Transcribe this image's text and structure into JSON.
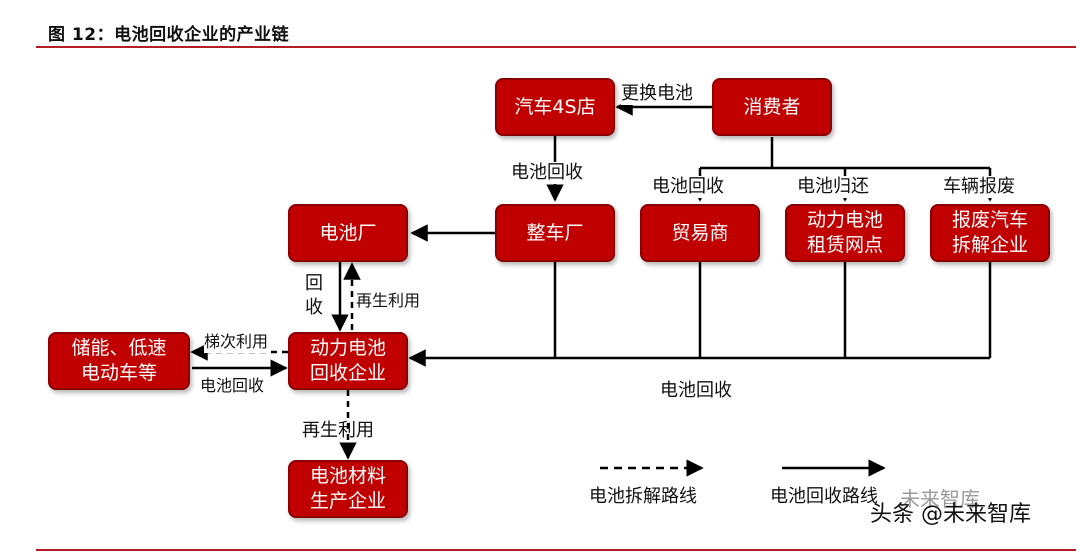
{
  "figure": {
    "title": "图 12：电池回收企业的产业链"
  },
  "nodes": {
    "auto_4s": "汽车4S店",
    "consumer": "消费者",
    "battery_factory": "电池厂",
    "oem": "整车厂",
    "trader": "贸易商",
    "rental": "动力电池\n租赁网点",
    "scrap": "报废汽车\n拆解企业",
    "storage": "储能、低速\n电动车等",
    "recycler": "动力电池\n回收企业",
    "materials": "电池材料\n生产企业"
  },
  "edge_labels": {
    "replace_battery": "更换电池",
    "battery_recycle_1": "电池回收",
    "battery_recycle_trader": "电池回收",
    "battery_return": "电池归还",
    "vehicle_scrap": "车辆报废",
    "recycle_vertical": "回\n收",
    "reuse_1": "再生利用",
    "cascade_use": "梯次利用",
    "battery_recycle_storage": "电池回收",
    "battery_recycle_main": "电池回收",
    "reuse_2": "再生利用"
  },
  "legend": {
    "dismantle_route": "电池拆解路线",
    "recycle_route": "电池回收路线"
  },
  "watermark": {
    "main": "头条 @未来智库",
    "faint": "未来智库"
  },
  "colors": {
    "box_fill": "#c00000",
    "rule": "#b41d24",
    "arrow": "#000000"
  }
}
